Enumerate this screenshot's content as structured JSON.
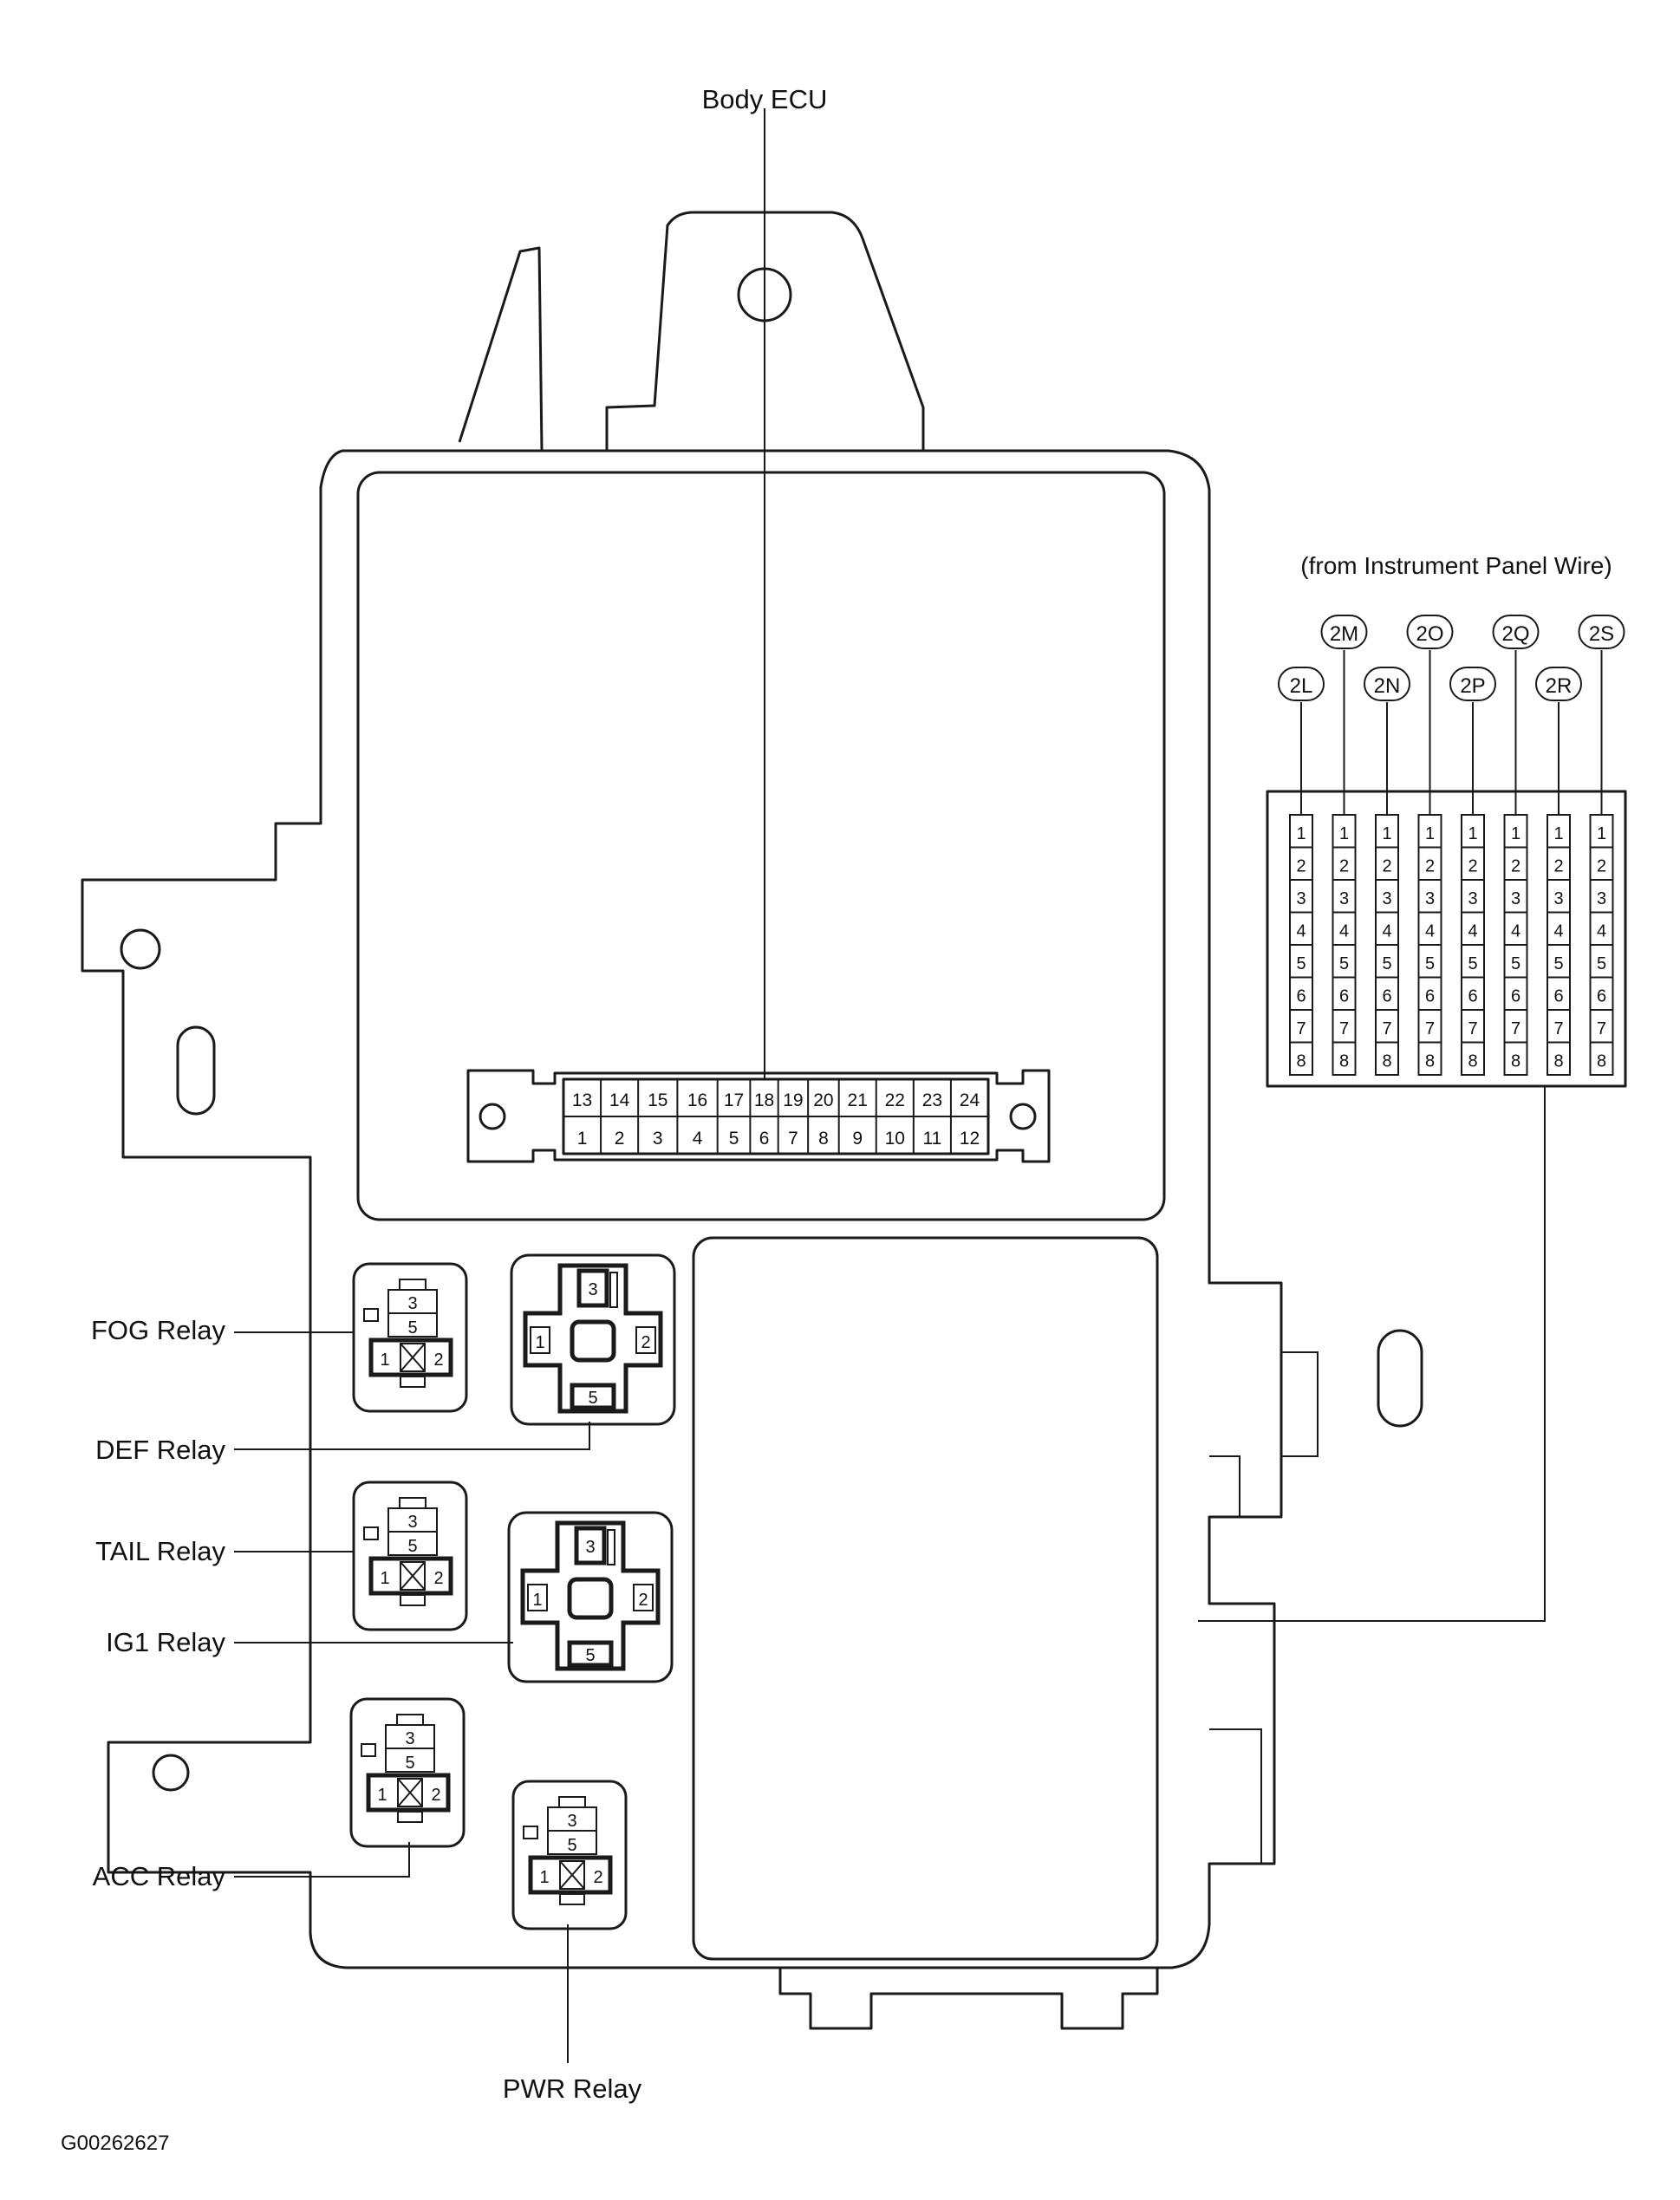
{
  "labels": {
    "body_ecu": "Body ECU",
    "from_ip_wire": "(from Instrument Panel Wire)",
    "fog_relay": "FOG Relay",
    "def_relay": "DEF Relay",
    "tail_relay": "TAIL Relay",
    "ig1_relay": "IG1 Relay",
    "acc_relay": "ACC Relay",
    "pwr_relay": "PWR Relay",
    "figure_code": "G00262627"
  },
  "ecu_connector": {
    "top_row": [
      "13",
      "14",
      "15",
      "16",
      "17",
      "18",
      "19",
      "20",
      "21",
      "22",
      "23",
      "24"
    ],
    "bottom_row": [
      "1",
      "2",
      "3",
      "4",
      "5",
      "6",
      "7",
      "8",
      "9",
      "10",
      "11",
      "12"
    ]
  },
  "ip_connectors": {
    "names": [
      "2L",
      "2M",
      "2N",
      "2O",
      "2P",
      "2Q",
      "2R",
      "2S"
    ],
    "pins": [
      "1",
      "2",
      "3",
      "4",
      "5",
      "6",
      "7",
      "8"
    ]
  },
  "relay_small_pins": {
    "p3": "3",
    "p5": "5",
    "p1": "1",
    "p2": "2"
  },
  "relay_large_pins": {
    "p3": "3",
    "p1": "1",
    "p2": "2",
    "p5": "5"
  }
}
